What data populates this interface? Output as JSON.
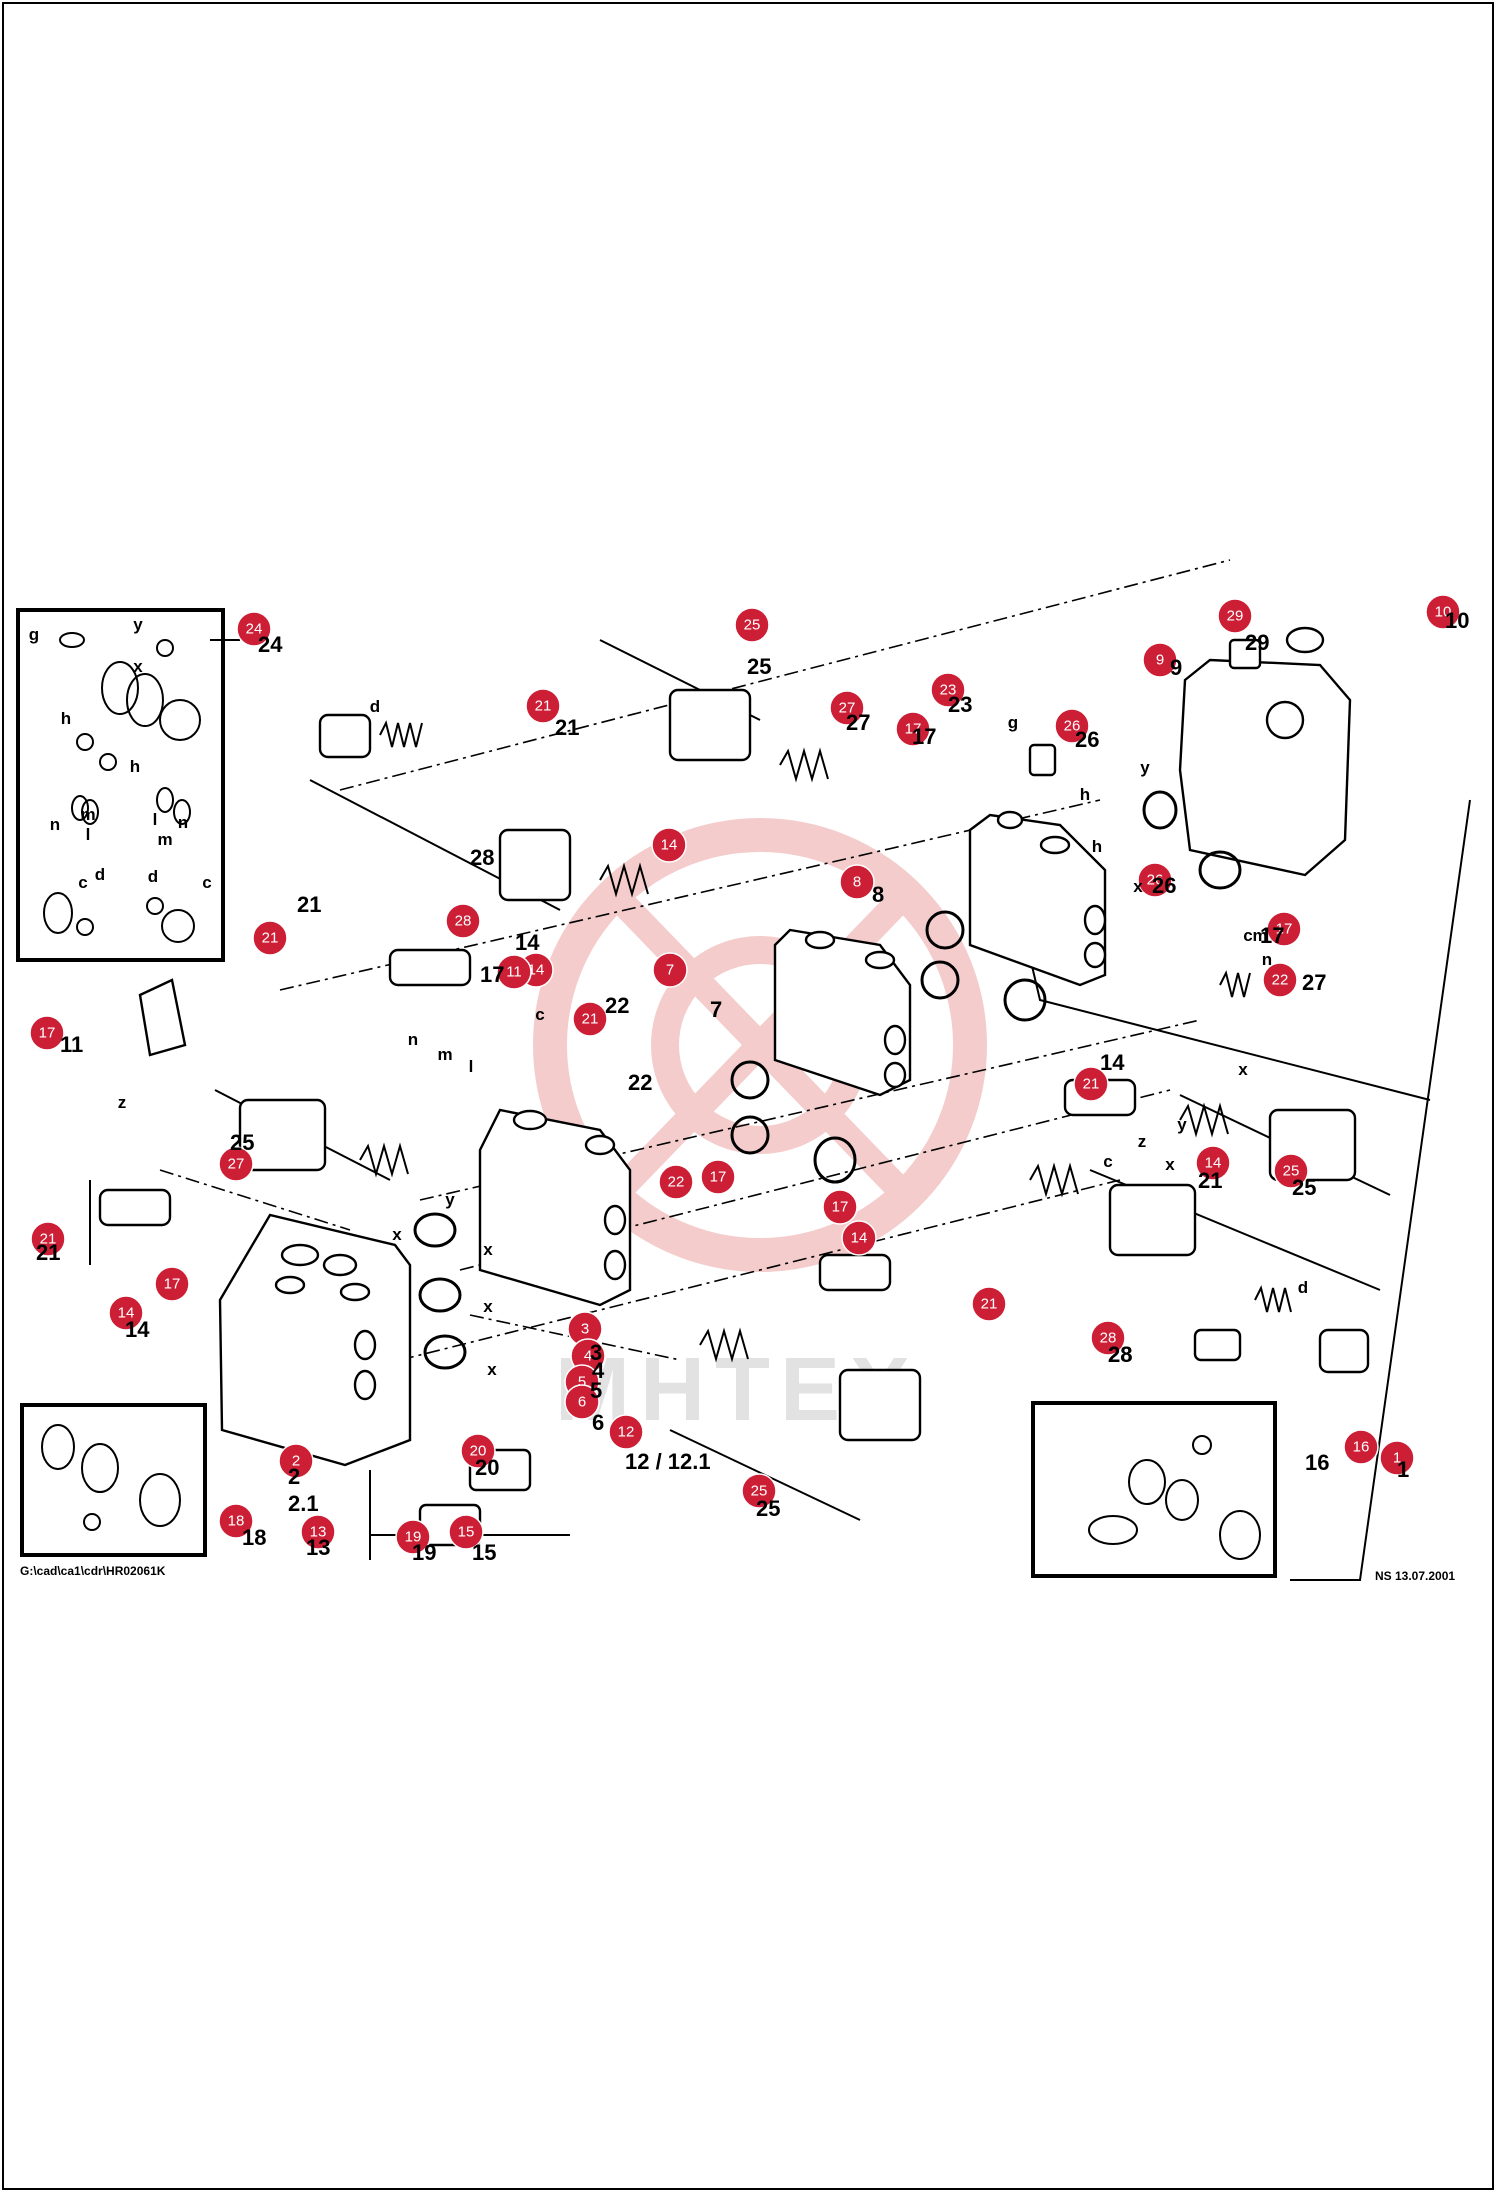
{
  "diagram": {
    "badge_color": "#cc1f36",
    "badge_text_color": "#ffffff",
    "watermark_color": "#f3c4c4",
    "watermark_text": "МНТЕХ",
    "footer": {
      "path": "G:\\cad\\ca1\\cdr\\HR02061K",
      "stamp": "NS 13.07.2001"
    },
    "callouts": [
      "24",
      "25",
      "29",
      "10",
      "9",
      "21",
      "27",
      "17",
      "23",
      "26",
      "28",
      "8",
      "14",
      "26",
      "21",
      "7",
      "14",
      "17",
      "22",
      "17",
      "27",
      "11",
      "25",
      "14",
      "17",
      "21",
      "22",
      "25",
      "21",
      "17",
      "21",
      "17",
      "14",
      "14",
      "21",
      "3",
      "4",
      "5",
      "6",
      "12",
      "28",
      "20",
      "2",
      "18",
      "13",
      "19",
      "15",
      "25",
      "16",
      "1"
    ],
    "part_labels": [
      "24",
      "25",
      "27",
      "17",
      "28",
      "28",
      "21",
      "21",
      "14",
      "17",
      "22",
      "22",
      "25",
      "25",
      "25",
      "26",
      "26",
      "27",
      "17",
      "21",
      "14",
      "12 / 12.1",
      "2",
      "2.1",
      "13",
      "19",
      "15",
      "18",
      "16",
      "1",
      "8",
      "7",
      "20",
      "28",
      "14",
      "21",
      "9",
      "10",
      "11",
      "29",
      "23",
      "3",
      "4",
      "5",
      "6"
    ],
    "seal_letters": [
      "g",
      "y",
      "x",
      "h",
      "h",
      "n",
      "m",
      "l",
      "l",
      "m",
      "n",
      "c",
      "d",
      "d",
      "c",
      "x",
      "y",
      "c",
      "d",
      "z",
      "x",
      "x",
      "x",
      "n",
      "m",
      "l",
      "m",
      "n",
      "c",
      "d",
      "y",
      "x",
      "z",
      "x",
      "y",
      "g",
      "h",
      "h",
      "c",
      "x"
    ]
  }
}
